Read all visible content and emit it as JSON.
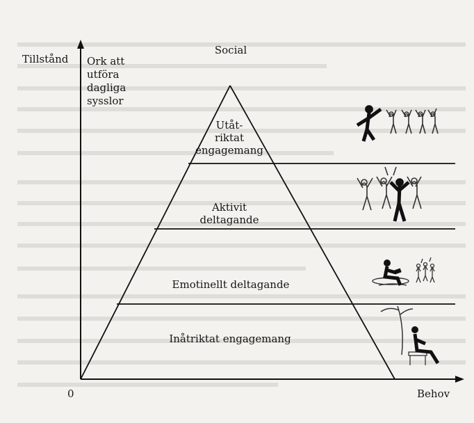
{
  "axes": {
    "y_label": "Tillstånd",
    "x_label": "Behov",
    "origin": "0"
  },
  "top_left_label": "Ork att\nutföra\ndagliga\nsysslor",
  "apex_label": "Social",
  "levels": [
    {
      "label": "Utåt-\nriktat\nengagemang"
    },
    {
      "label": "Aktivit\ndeltagande"
    },
    {
      "label": "Emotinellt deltagande"
    },
    {
      "label": "Inåtriktat engagemang"
    }
  ]
}
